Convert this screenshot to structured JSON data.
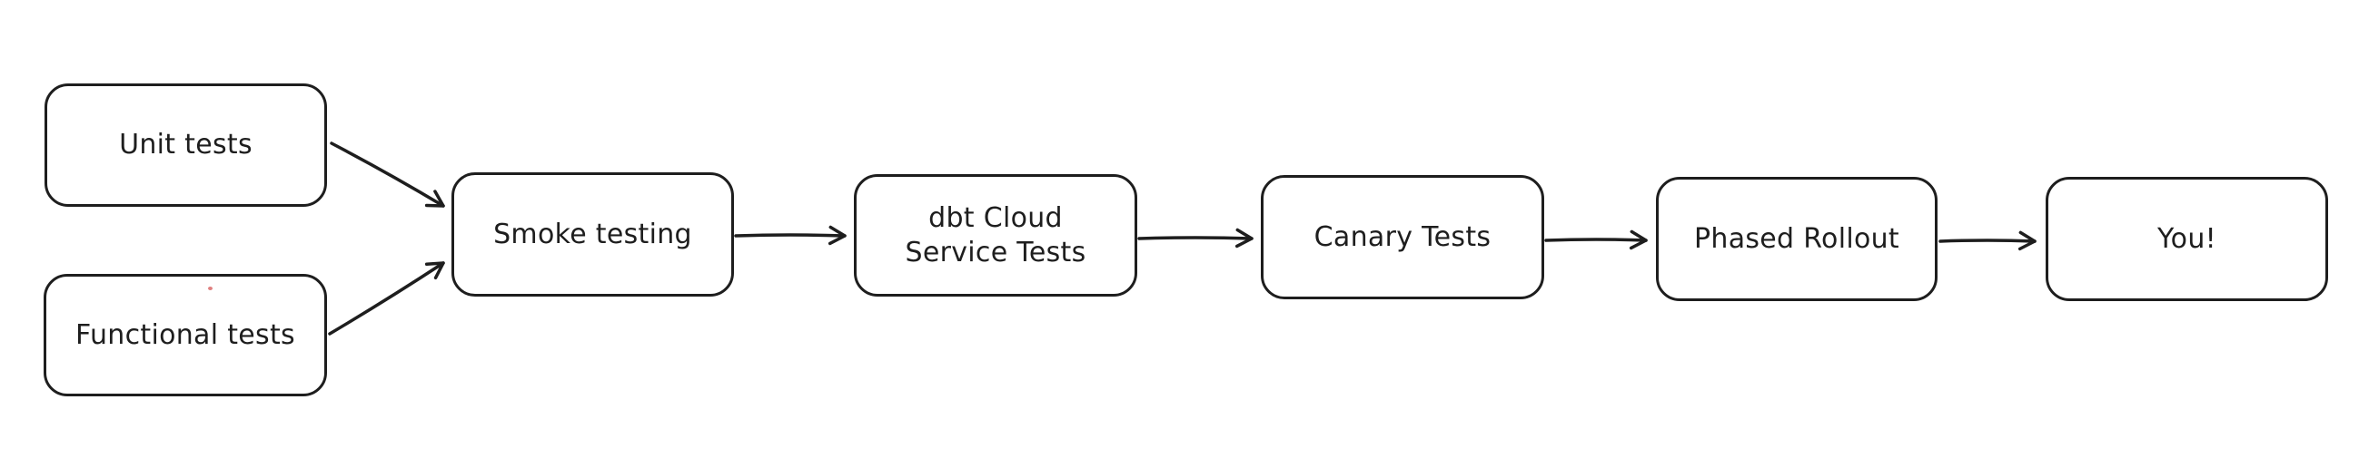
{
  "diagram": {
    "type": "flowchart",
    "background_color": "#ffffff",
    "stroke_color": "#1e1e1e",
    "node_fill_color": "#ffffff",
    "text_color": "#1e1e1e",
    "stray_dot_color": "#e08080",
    "nodes": [
      {
        "id": "unit-tests",
        "label": "Unit tests"
      },
      {
        "id": "functional-tests",
        "label": "Functional tests"
      },
      {
        "id": "smoke-testing",
        "label": "Smoke testing"
      },
      {
        "id": "dbt-cloud-service-tests",
        "label": "dbt Cloud\nService Tests"
      },
      {
        "id": "canary-tests",
        "label": "Canary Tests"
      },
      {
        "id": "phased-rollout",
        "label": "Phased Rollout"
      },
      {
        "id": "you",
        "label": "You!"
      }
    ],
    "edges": [
      {
        "from": "unit-tests",
        "to": "smoke-testing"
      },
      {
        "from": "functional-tests",
        "to": "smoke-testing"
      },
      {
        "from": "smoke-testing",
        "to": "dbt-cloud-service-tests"
      },
      {
        "from": "dbt-cloud-service-tests",
        "to": "canary-tests"
      },
      {
        "from": "canary-tests",
        "to": "phased-rollout"
      },
      {
        "from": "phased-rollout",
        "to": "you"
      }
    ]
  }
}
